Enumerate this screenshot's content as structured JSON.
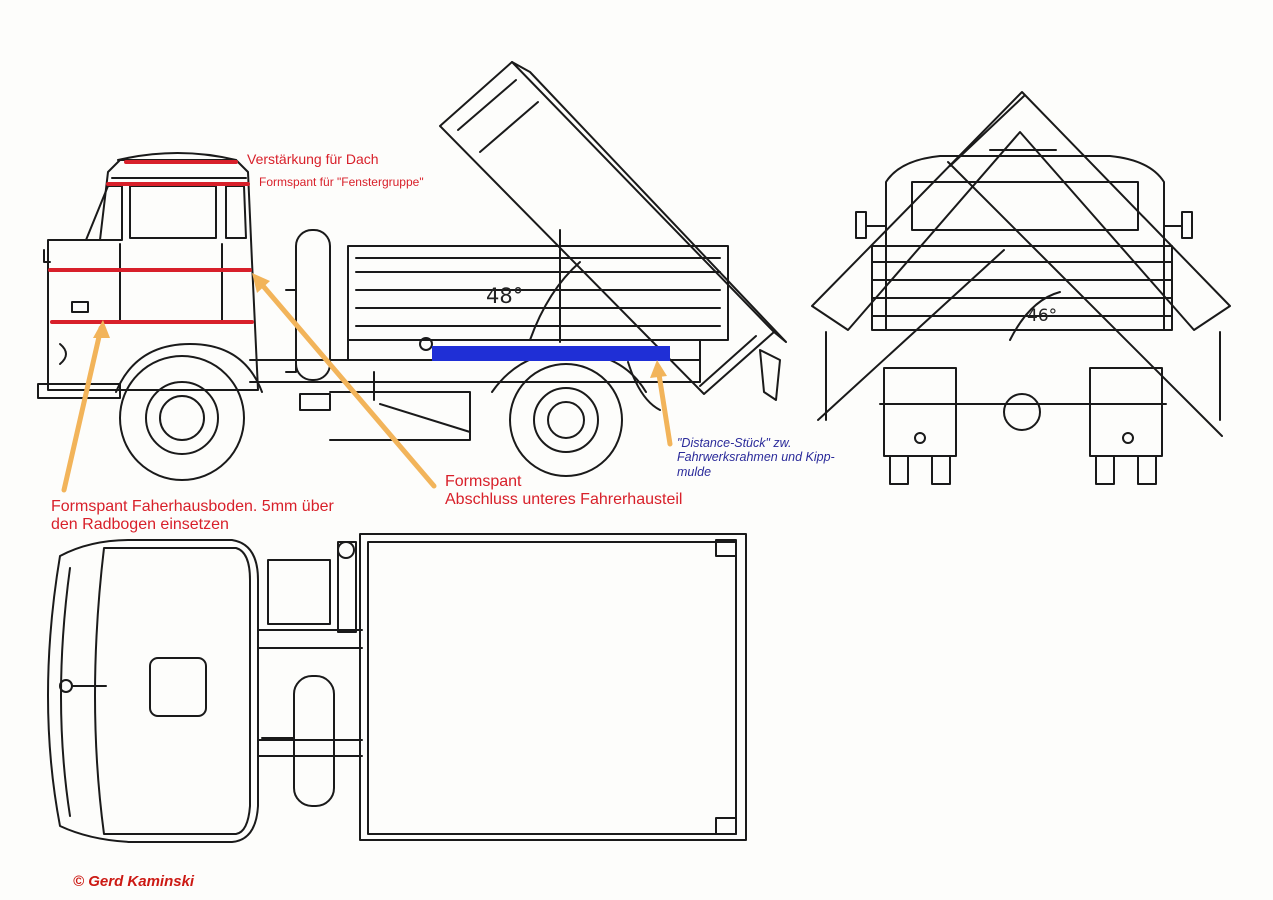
{
  "labels": {
    "dach": "Verstärkung für Dach",
    "fenstergruppe": "Formspant für \"Fenstergruppe\"",
    "boden": [
      "Formspant Faherhausboden. 5mm über",
      "den Radbogen einsetzen"
    ],
    "abschluss": [
      "Formspant",
      "Abschluss unteres Fahrerhausteil"
    ],
    "distance": [
      "\"Distance-Stück\" zw.",
      "Fahrwerksrahmen und Kipp-",
      "mulde"
    ]
  },
  "angles": {
    "side": "48°",
    "rear": "46°"
  },
  "copyright": "© Gerd Kaminski",
  "colors": {
    "annotation_red": "#d8202a",
    "highlight_blue": "#1f2fd6",
    "arrow_orange": "#f2b45a",
    "note_blue": "#2a2a9a",
    "line_art": "#1a1a1a"
  }
}
